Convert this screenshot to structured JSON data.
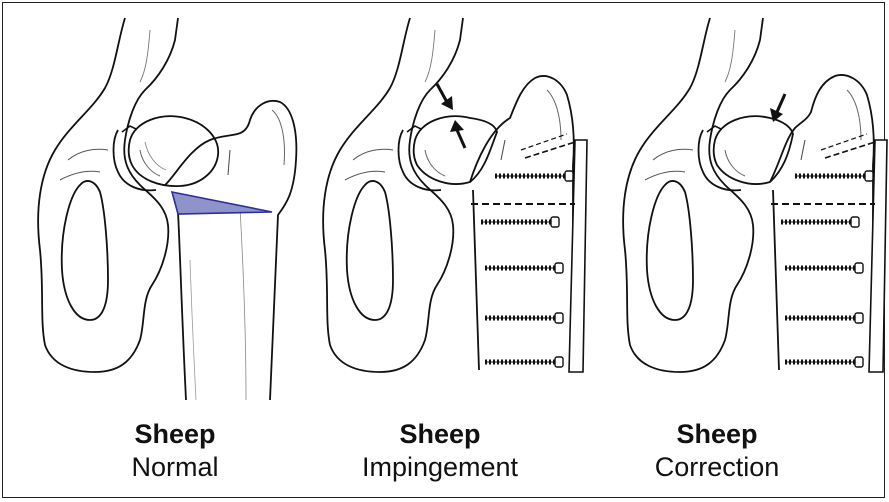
{
  "panels": [
    {
      "id": "normal",
      "title": "Sheep",
      "subtitle": "Normal"
    },
    {
      "id": "impingement",
      "title": "Sheep",
      "subtitle": "Impingement"
    },
    {
      "id": "correction",
      "title": "Sheep",
      "subtitle": "Correction"
    }
  ],
  "colors": {
    "outline": "#111111",
    "highlight_fill": "#8e93c9",
    "highlight_stroke": "#2b2f9a"
  },
  "icons": [
    "arrow-icon",
    "screw-icon",
    "bone-plate-icon"
  ]
}
